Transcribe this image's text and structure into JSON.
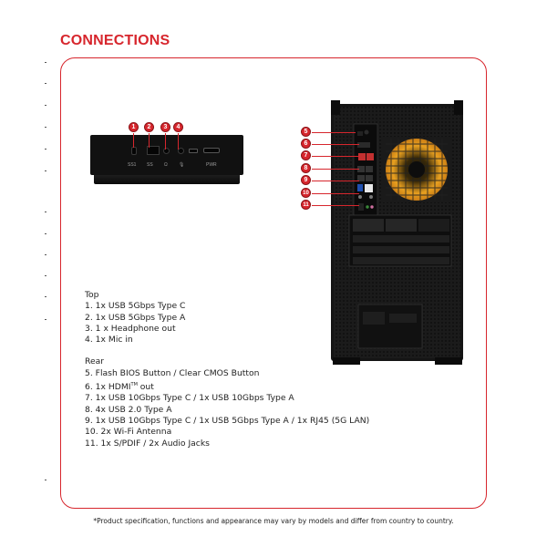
{
  "title": "CONNECTIONS",
  "top_heading": "Top",
  "top_items": [
    "1. 1x USB 5Gbps Type C",
    "2. 1x USB 5Gbps Type A",
    "3. 1 x Headphone out",
    "4. 1x Mic in"
  ],
  "rear_heading": "Rear",
  "rear_items": {
    "r5": "5. Flash BIOS Button / Clear CMOS Button",
    "r6_pre": "6. 1x HDMI",
    "r6_sup": "TM",
    "r6_post": " out",
    "r7": "7. 1x USB 10Gbps Type C / 1x USB 10Gbps Type A",
    "r8": "8. 4x USB 2.0 Type A",
    "r9": "9. 1x USB 10Gbps Type C / 1x USB 5Gbps Type A / 1x RJ45 (5G LAN)",
    "r10": "10. 2x Wi-Fi Antenna",
    "r11": "11. 1x S/PDIF / 2x Audio Jacks"
  },
  "top_callouts": [
    "1",
    "2",
    "3",
    "4"
  ],
  "rear_callouts": [
    "5",
    "6",
    "7",
    "8",
    "9",
    "10",
    "11"
  ],
  "top_panel_labels": [
    "SS1",
    "SS",
    "Ω",
    "🎙",
    "PWR"
  ],
  "footnote": "*Product specification, functions and appearance may vary by models and differ from country to country.",
  "colors": {
    "accent": "#d7262d",
    "case": "#141414",
    "fan": "#e8a020"
  }
}
